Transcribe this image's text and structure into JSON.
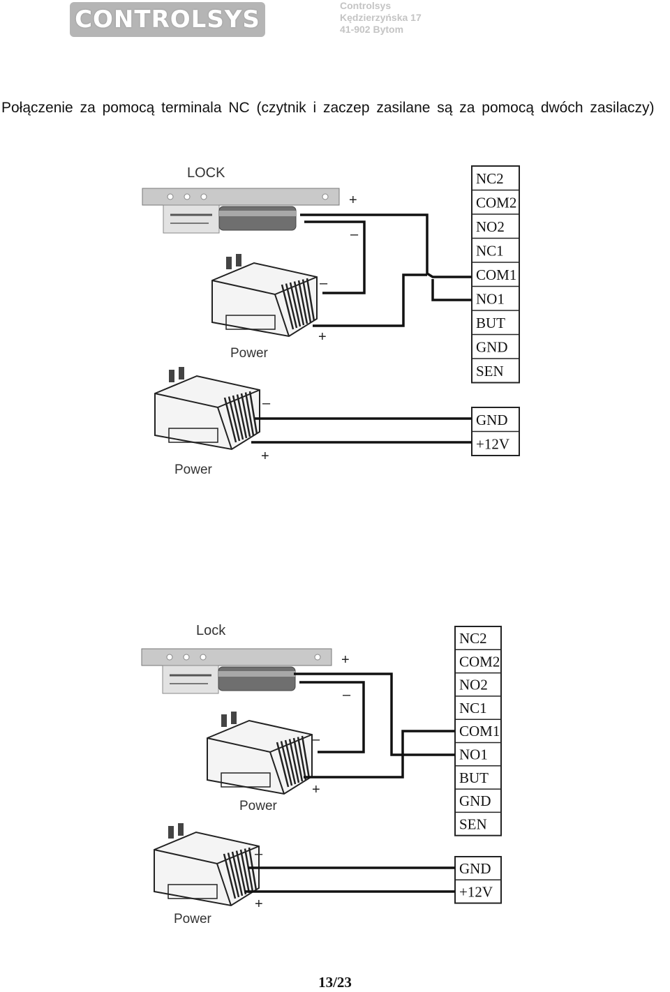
{
  "header": {
    "logo_text": "CONTROLSYS",
    "company_name": "Controlsys",
    "street": "Kędzierzyńska 17",
    "city": "41-902 Bytom"
  },
  "intro_text": "Połączenie za pomocą terminala NC (czytnik i zaczep zasilane są za pomocą dwóch zasilaczy)",
  "diagram1": {
    "lock_label": "LOCK",
    "power_labels": [
      "Power",
      "Power"
    ],
    "plus": "+",
    "minus": "–",
    "terminals_top": [
      "NC2",
      "COM2",
      "NO2",
      "NC1",
      "COM1",
      "NO1",
      "BUT",
      "GND",
      "SEN"
    ],
    "terminals_bottom": [
      "GND",
      "+12V"
    ]
  },
  "diagram2": {
    "lock_label": "Lock",
    "power_labels": [
      "Power",
      "Power"
    ],
    "plus": "+",
    "minus": "–",
    "terminals_top": [
      "NC2",
      "COM2",
      "NO2",
      "NC1",
      "COM1",
      "NO1",
      "BUT",
      "GND",
      "SEN"
    ],
    "terminals_bottom": [
      "GND",
      "+12V"
    ]
  },
  "footer": {
    "page_number": "13/23"
  }
}
